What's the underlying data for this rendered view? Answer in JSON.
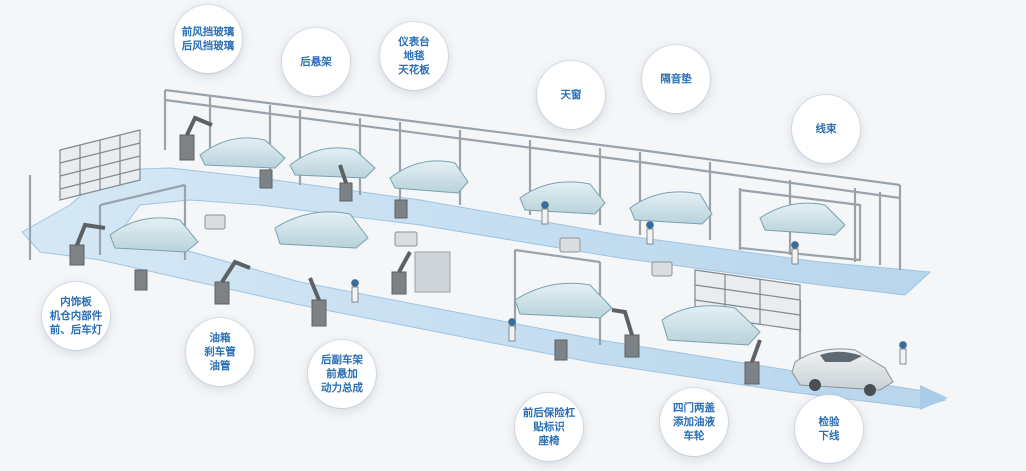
{
  "stations": [
    {
      "lines": [
        "前风挡玻璃",
        "后风挡玻璃"
      ]
    },
    {
      "lines": [
        "后悬架"
      ]
    },
    {
      "lines": [
        "仪表台",
        "地毯",
        "天花板"
      ]
    },
    {
      "lines": [
        "天窗"
      ]
    },
    {
      "lines": [
        "隔音垫"
      ]
    },
    {
      "lines": [
        "线束"
      ]
    },
    {
      "lines": [
        "内饰板",
        "机仓内部件",
        "前、后车灯"
      ]
    },
    {
      "lines": [
        "油箱",
        "刹车管",
        "油管"
      ]
    },
    {
      "lines": [
        "后副车架",
        "前悬加",
        "动力总成"
      ]
    },
    {
      "lines": [
        "前后保险杠",
        "贴标识",
        "座椅"
      ]
    },
    {
      "lines": [
        "四门两盖",
        "添加油液",
        "车轮"
      ]
    },
    {
      "lines": [
        "检验",
        "下线"
      ]
    }
  ],
  "colors": {
    "track": "#bcd8ee",
    "track_edge": "#8fbde0",
    "label": "#2b6fb4",
    "gantry": "#9aa3ab",
    "car_body": "#cfe3ea",
    "robot": "#7d8287"
  }
}
